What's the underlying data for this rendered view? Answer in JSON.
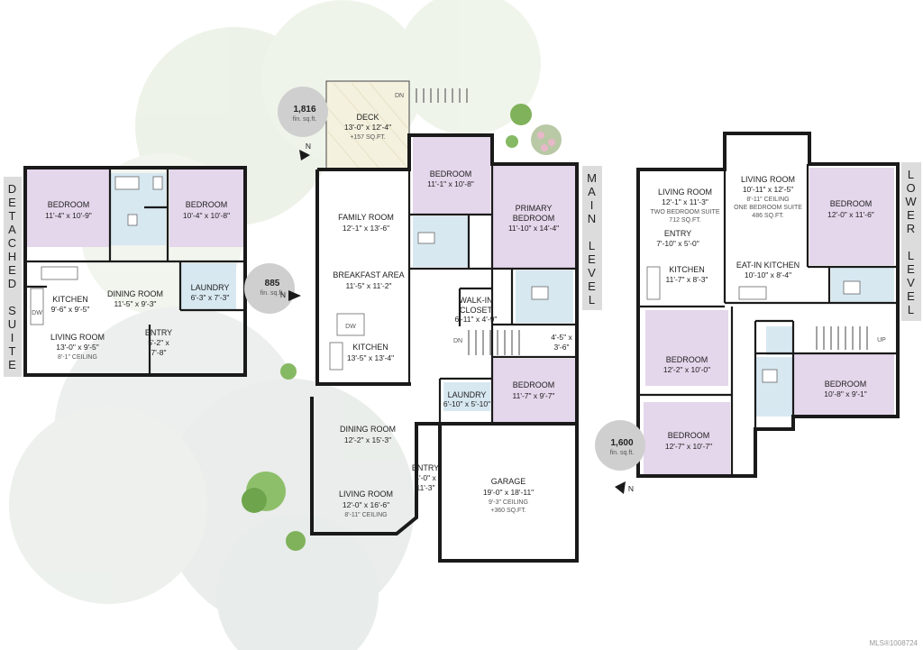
{
  "suite": {
    "side_label": [
      "D",
      "E",
      "T",
      "A",
      "C",
      "H",
      "E",
      "D",
      " ",
      "S",
      "U",
      "I",
      "T",
      "E"
    ],
    "area_value": "885",
    "area_unit": "fin. sq.ft.",
    "rooms": {
      "bedroom1": {
        "name": "BEDROOM",
        "dim": "11'-4\" x 10'-9\""
      },
      "bedroom2": {
        "name": "BEDROOM",
        "dim": "10'-4\" x 10'-8\""
      },
      "kitchen": {
        "name": "KITCHEN",
        "dim": "9'-6\" x 9'-5\""
      },
      "dining": {
        "name": "DINING ROOM",
        "dim": "11'-5\" x 9'-3\""
      },
      "laundry": {
        "name": "LAUNDRY",
        "dim": "6'-3\" x 7'-3\""
      },
      "living": {
        "name": "LIVING ROOM",
        "dim": "13'-0\" x 9'-5\"",
        "note": "8'-1\" CEILING"
      },
      "entry": {
        "name": "ENTRY",
        "dim1": "5'-2\" x",
        "dim2": "7'-8\""
      }
    },
    "dw": "DW"
  },
  "main": {
    "side_label": [
      "M",
      "A",
      "I",
      "N",
      " ",
      "L",
      "E",
      "V",
      "E",
      "L"
    ],
    "area_value": "1,816",
    "area_unit": "fin. sq.ft.",
    "dn": "DN",
    "rooms": {
      "deck": {
        "name": "DECK",
        "dim": "13'-0\" x 12'-4\"",
        "note": "+157 SQ.FT."
      },
      "bedroom_top": {
        "name": "BEDROOM",
        "dim": "11'-1\" x 10'-8\""
      },
      "primary": {
        "name1": "PRIMARY",
        "name2": "BEDROOM",
        "dim": "11'-10\" x 14'-4\""
      },
      "family": {
        "name": "FAMILY ROOM",
        "dim": "12'-1\" x 13'-6\""
      },
      "breakfast": {
        "name": "BREAKFAST AREA",
        "dim": "11'-5\" x 11'-2\""
      },
      "walkin": {
        "name1": "WALK-IN",
        "name2": "CLOSET",
        "dim": "6'-11\" x 4'-9\""
      },
      "kitchen": {
        "name": "KITCHEN",
        "dim": "13'-5\" x 13'-4\""
      },
      "hall": {
        "dim1": "4'-5\" x",
        "dim2": "3'-6\""
      },
      "bedroom_mid": {
        "name": "BEDROOM",
        "dim": "11'-7\" x 9'-7\""
      },
      "laundry": {
        "name": "LAUNDRY",
        "dim": "6'-10\" x 5'-10\""
      },
      "dining": {
        "name": "DINING ROOM",
        "dim": "12'-2\" x 15'-3\""
      },
      "entry": {
        "name": "ENTRY",
        "dim1": "4'-0\" x",
        "dim2": "11'-3\""
      },
      "garage": {
        "name": "GARAGE",
        "dim": "19'-0\" x 18'-11\"",
        "note1": "9'-3\" CEILING",
        "note2": "+360 SQ.FT."
      },
      "living": {
        "name": "LIVING ROOM",
        "dim": "12'-0\" x 16'-6\"",
        "note": "8'-11\" CEILING"
      }
    },
    "dw": "DW"
  },
  "lower": {
    "side_label": [
      "L",
      "O",
      "W",
      "E",
      "R",
      " ",
      "L",
      "E",
      "V",
      "E",
      "L"
    ],
    "area_value": "1,600",
    "area_unit": "fin. sq.ft.",
    "up": "UP",
    "rooms": {
      "living2": {
        "name": "LIVING ROOM",
        "dim": "12'-1\" x 11'-3\"",
        "note1": "TWO BEDROOM SUITE",
        "note2": "712 SQ.FT."
      },
      "living1": {
        "name": "LIVING ROOM",
        "dim": "10'-11\" x 12'-5\"",
        "note1": "8'-11\" CEILING",
        "note2": "ONE BEDROOM SUITE",
        "note3": "486 SQ.FT."
      },
      "bedroom_tr": {
        "name": "BEDROOM",
        "dim": "12'-0\" x 11'-6\""
      },
      "entry": {
        "name": "ENTRY",
        "dim": "7'-10\" x 5'-0\""
      },
      "kitchen": {
        "name": "KITCHEN",
        "dim": "11'-7\" x 8'-3\""
      },
      "eatin": {
        "name": "EAT-IN KITCHEN",
        "dim": "10'-10\" x 8'-4\""
      },
      "bedroom_ml": {
        "name": "BEDROOM",
        "dim": "12'-2\" x 10'-0\""
      },
      "bedroom_mr": {
        "name": "BEDROOM",
        "dim": "10'-8\" x 9'-1\""
      },
      "bedroom_bl": {
        "name": "BEDROOM",
        "dim": "12'-7\" x 10'-7\""
      }
    }
  },
  "north": "N",
  "mls": "MLS®1008724",
  "colors": {
    "bedroom": "#e4d6eb",
    "bathroom": "#d7e8f1",
    "deck": "#f4f1de",
    "badge": "#cfcfcf",
    "wall": "#1a1a1a"
  }
}
